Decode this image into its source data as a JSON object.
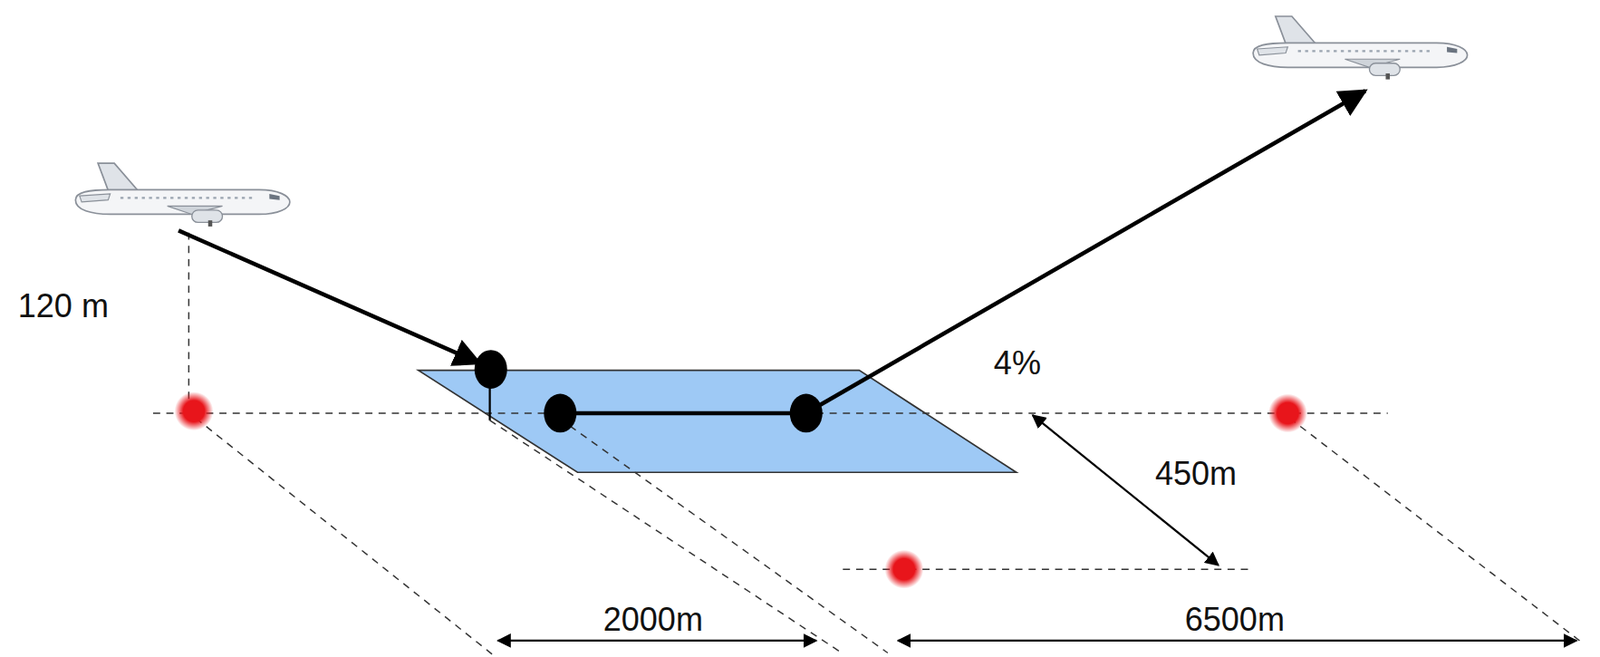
{
  "diagram": {
    "labels": [
      "120 m",
      "4%",
      "450m",
      "2000m",
      "6500m"
    ]
  }
}
